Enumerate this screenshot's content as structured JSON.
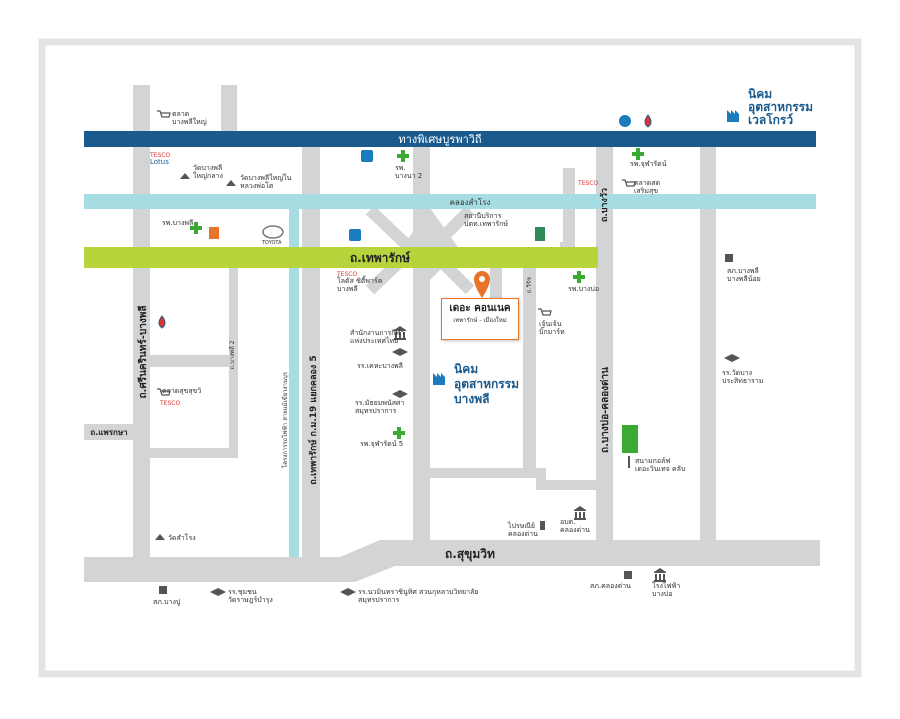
{
  "colors": {
    "frame": "#e4e4e4",
    "road": "#d3d4d6",
    "expressway": "#1a5a8c",
    "main_road": "#b8d43c",
    "canal": "#a6dde3",
    "pin": "#e8742a",
    "hospital": "#3aaa35",
    "industrial": "#1a7bbd",
    "green_area": "#3aaa35"
  },
  "roads": {
    "expressway": "ทางพิเศษบูรพาวิถี",
    "canal": "คลองสำโรง",
    "thepharak": "ถ.เทพารักษ์",
    "sukhumvit": "ถ.สุขุมวิท",
    "samrong_bangphli": "ถ.ศรีนครินทร์-บางพลี",
    "bang_pla": "ถ.บางพลี 2",
    "phraeksa": "ถ.แพรกษา",
    "km19": "ถ.เทพารักษ์ ก.ม.19 แยกคลอง 5",
    "banwai": "ถ.บางวัว",
    "bangbo_khlongdan": "ถ.บางบ่อ-คลองด่าน",
    "wirat": "ถ.วิรัช",
    "power_line": "โครงการรถไฟฟ้า สายแม้เขียวงานบุร"
  },
  "project": {
    "name": "เดอะ คอนเนค",
    "sub": "เทพารักษ์ - เมืองใหม่"
  },
  "industrial": [
    {
      "name": "นิคม\nอุตสาหกรรม\nเวลโกรว์"
    },
    {
      "name": "นิคม\nอุตสาหกรรม\nบางพลี"
    }
  ],
  "landmarks": {
    "market_bangphliyai": "ตลาด\nบางพลีใหญ่",
    "lotus_top": "Lotus",
    "wat_bangphli_klang": "วัดบางพลี\nใหญ่กลาง",
    "wat_bangphli_nai": "วัดบางพลีใหญ่ใน\nหลวงพ่อโต",
    "hosp_bangna2": "รพ.\nบางนา 2",
    "hosp_chularat": "รพ.จุฬารัตน์",
    "market_serm": "ตลาดสด\nเสริมสุข",
    "tesco_top": "TESCO",
    "hosp_bangphli": "รพ.บางพลี",
    "toyota": "TOYOTA",
    "ptt_station": "สถานีบริการ\nปตท.เทพารักษ์",
    "lotus_mid": "โลตัส ซิตี้พาร์ค\nบางพลี",
    "hosp_bangbo": "รพ.บางบ่อ",
    "office_dlt": "สำนักงานการกีฬา\nแห่งประเทศไทย",
    "school_kheha": "รร.เคหะบางพลี",
    "big_c": "เจ้นเจ้น\nบิ๊กมาร์ท",
    "market_sukh": "ตลาดสุขสุขวิ",
    "school_phanatnikhom": "รร.มัธยมพนัสศา\nสมุทรปราการ",
    "hosp_jularat5": "รพ.จุฬารัตน์ 5",
    "police_bangpla": "สภ.บางพลี\nบางพลีน้อย",
    "school_wat_prakhet": "รร.วัดบาง\nประสิทธาราม",
    "golf": "สนามกอล์ฟ\nเดอะวินเทจ คลับ",
    "post_office": "ไปรษณีย์\nคลองด่าน",
    "district_khlongdan": "อบต.\nคลองด่าน",
    "wat_samrong": "วัดสำโรง",
    "police_bangpu": "สภ.บางปู",
    "school_chumchon": "รร.ชุมชน\nวัดราษฎร์บำรุง",
    "university": "รร.นวมินทราชินูทิศ สวนกุหลาบวิทยาลัย\nสมุทรปราการ",
    "police_khlongdan": "สภ.คลองด่าน",
    "electric": "โรงไฟฟ้า\nบางบ่อ"
  }
}
